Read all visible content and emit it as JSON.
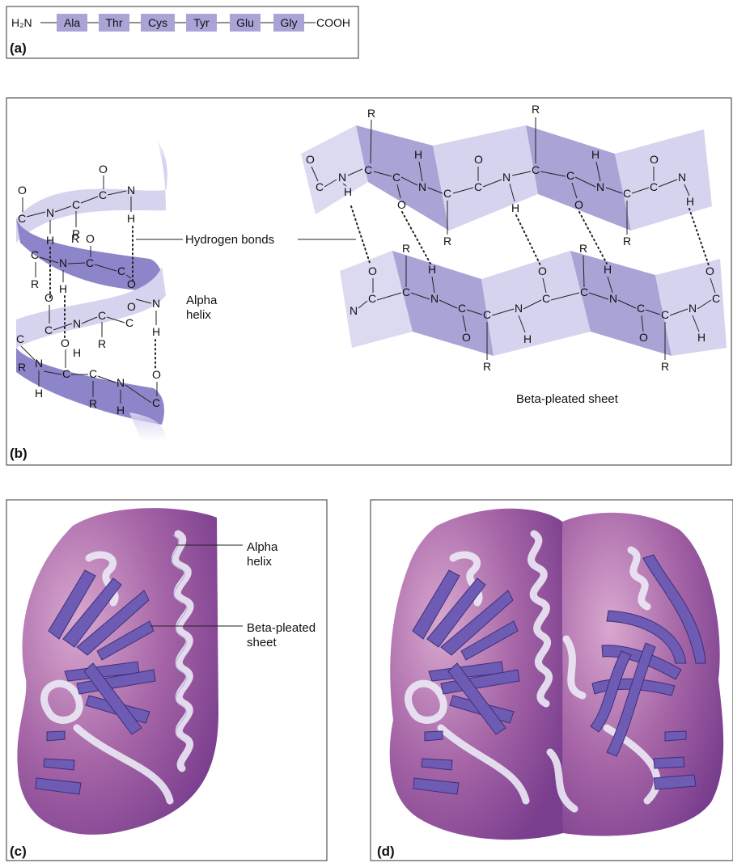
{
  "panel_a": {
    "letter": "(a)",
    "n_terminus": "H₂N",
    "residues": [
      "Ala",
      "Thr",
      "Cys",
      "Tyr",
      "Glu",
      "Gly"
    ],
    "c_terminus": "COOH"
  },
  "panel_b": {
    "letter": "(b)",
    "hydrogen_bonds_label": "Hydrogen bonds",
    "alpha_helix_label": [
      "Alpha",
      "helix"
    ],
    "beta_sheet_label": "Beta-pleated sheet"
  },
  "panel_c": {
    "letter": "(c)",
    "alpha_helix_label": [
      "Alpha",
      "helix"
    ],
    "beta_sheet_label": [
      "Beta-pleated",
      "sheet"
    ]
  },
  "panel_d": {
    "letter": "(d)"
  },
  "colors": {
    "residue_box": "#a9a3d6",
    "ribbon_light": "#d6d3ee",
    "ribbon_dark": "#8d85c9",
    "globule": "#a25a9e",
    "strand": "#6e5bb4"
  }
}
